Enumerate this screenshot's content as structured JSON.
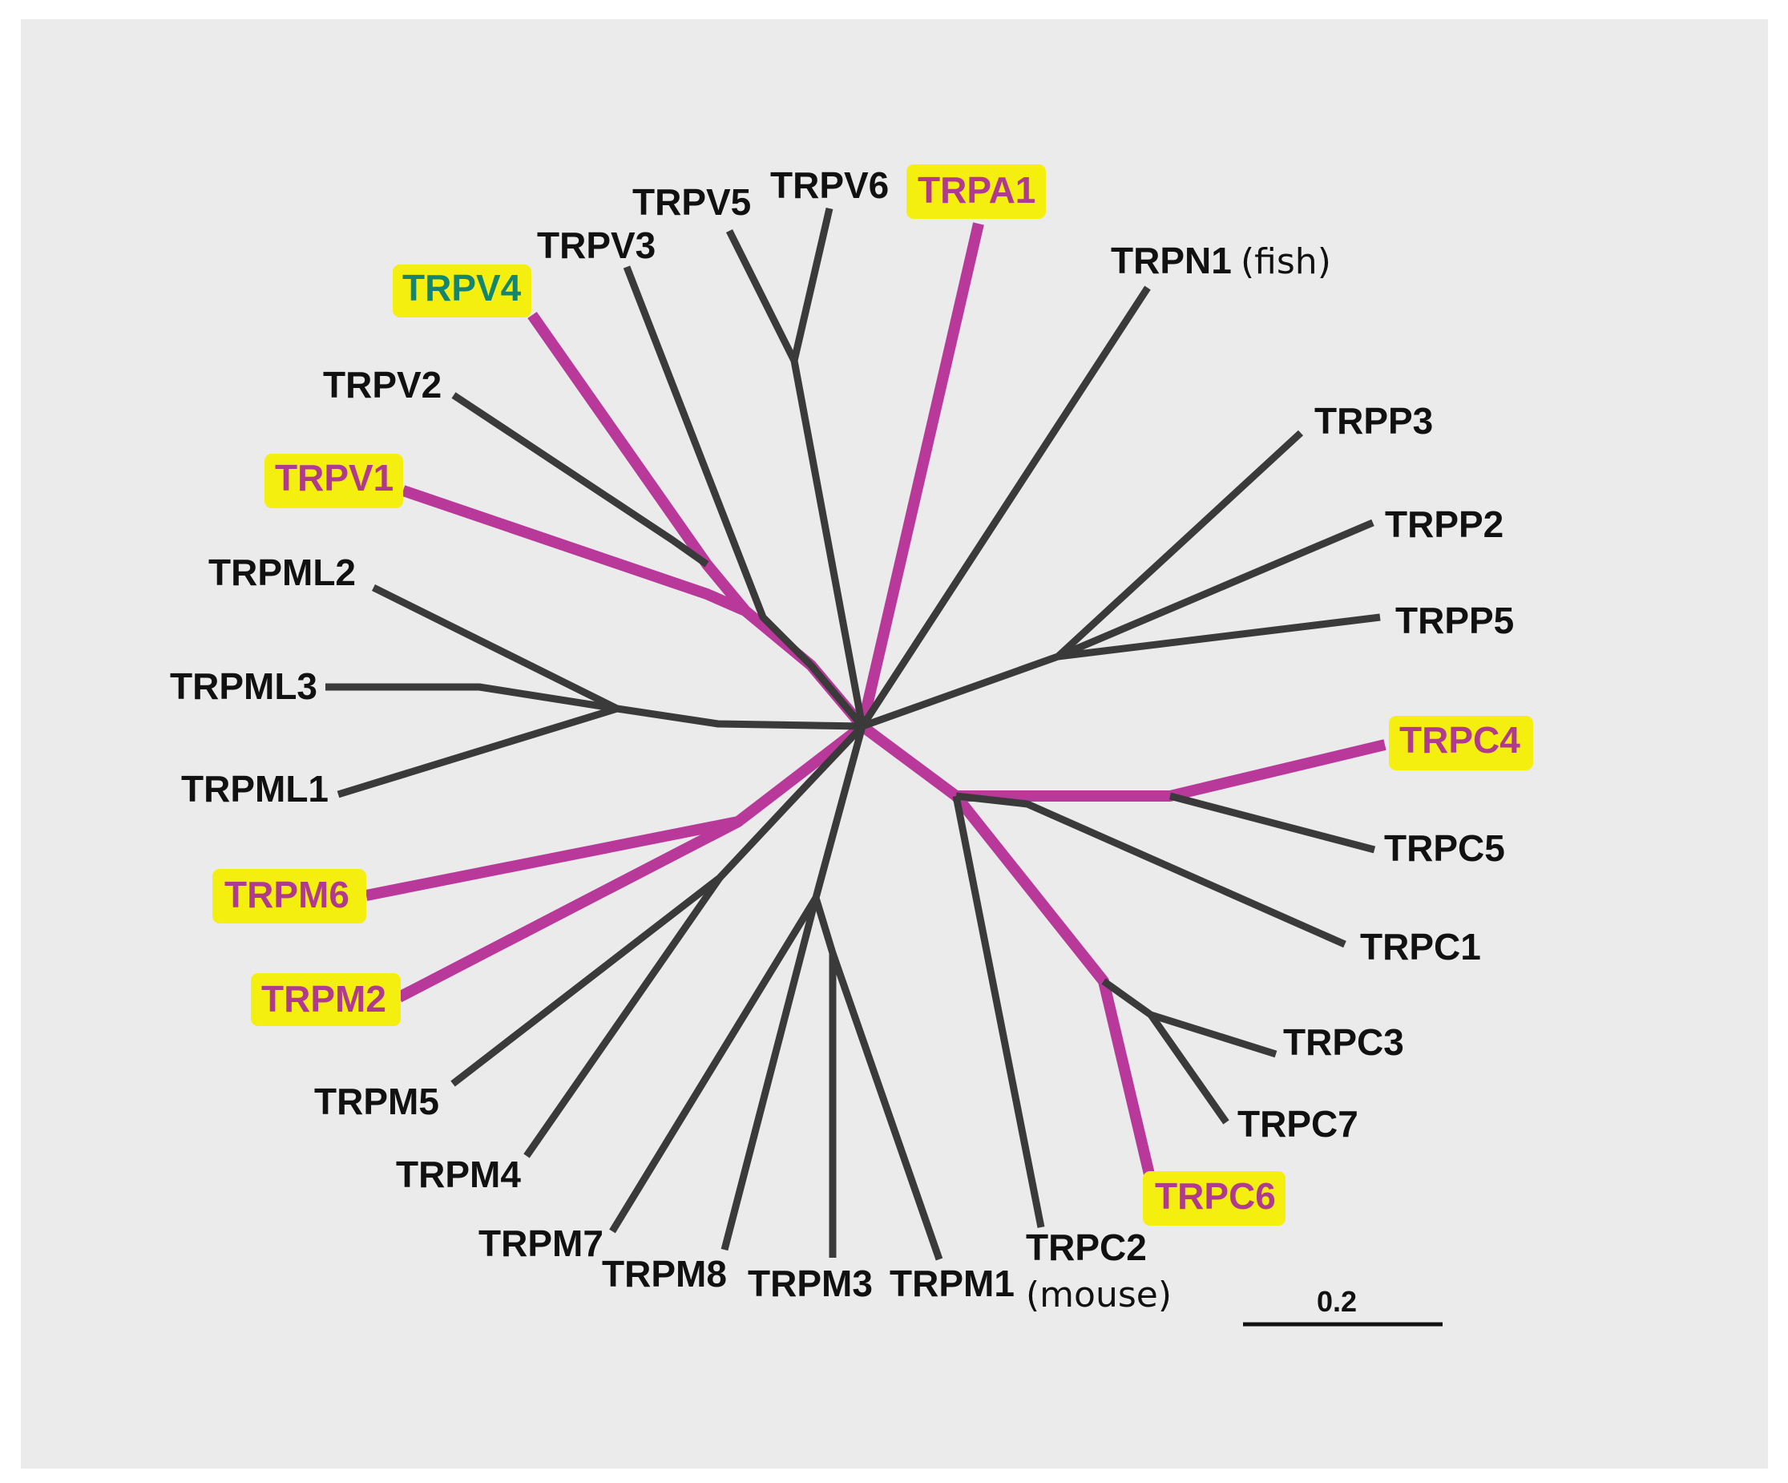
{
  "colors": {
    "background": "#ebebeb",
    "branch": "#3a3a3a",
    "highlight_branch": "#b9399a",
    "highlight_box": "#f5ef0f",
    "label_magenta": "#b03a8e",
    "label_teal": "#14866f"
  },
  "tree": {
    "leaves": {
      "trpv5": {
        "name": "TRPV5",
        "highlight": "none"
      },
      "trpv6": {
        "name": "TRPV6",
        "highlight": "none"
      },
      "trpa1": {
        "name": "TRPA1",
        "highlight": "magenta"
      },
      "trpn1": {
        "name": "TRPN1",
        "note": "(fish)",
        "highlight": "none"
      },
      "trpv3": {
        "name": "TRPV3",
        "highlight": "none"
      },
      "trpv4": {
        "name": "TRPV4",
        "highlight": "teal"
      },
      "trpv2": {
        "name": "TRPV2",
        "highlight": "none"
      },
      "trpv1": {
        "name": "TRPV1",
        "highlight": "magenta"
      },
      "trpml2": {
        "name": "TRPML2",
        "highlight": "none"
      },
      "trpml3": {
        "name": "TRPML3",
        "highlight": "none"
      },
      "trpml1": {
        "name": "TRPML1",
        "highlight": "none"
      },
      "trpm6": {
        "name": "TRPM6",
        "highlight": "magenta"
      },
      "trpm2": {
        "name": "TRPM2",
        "highlight": "magenta"
      },
      "trpm5": {
        "name": "TRPM5",
        "highlight": "none"
      },
      "trpm4": {
        "name": "TRPM4",
        "highlight": "none"
      },
      "trpm7": {
        "name": "TRPM7",
        "highlight": "none"
      },
      "trpm8": {
        "name": "TRPM8",
        "highlight": "none"
      },
      "trpm3": {
        "name": "TRPM3",
        "highlight": "none"
      },
      "trpm1": {
        "name": "TRPM1",
        "highlight": "none"
      },
      "trpc2": {
        "name": "TRPC2",
        "note": "(mouse)",
        "highlight": "none"
      },
      "trpp3": {
        "name": "TRPP3",
        "highlight": "none"
      },
      "trpp2": {
        "name": "TRPP2",
        "highlight": "none"
      },
      "trpp5": {
        "name": "TRPP5",
        "highlight": "none"
      },
      "trpc4": {
        "name": "TRPC4",
        "highlight": "magenta"
      },
      "trpc5": {
        "name": "TRPC5",
        "highlight": "none"
      },
      "trpc1": {
        "name": "TRPC1",
        "highlight": "none"
      },
      "trpc3": {
        "name": "TRPC3",
        "highlight": "none"
      },
      "trpc7": {
        "name": "TRPC7",
        "highlight": "none"
      },
      "trpc6": {
        "name": "TRPC6",
        "highlight": "magenta"
      }
    },
    "scale_bar": {
      "label": "0.2"
    }
  }
}
